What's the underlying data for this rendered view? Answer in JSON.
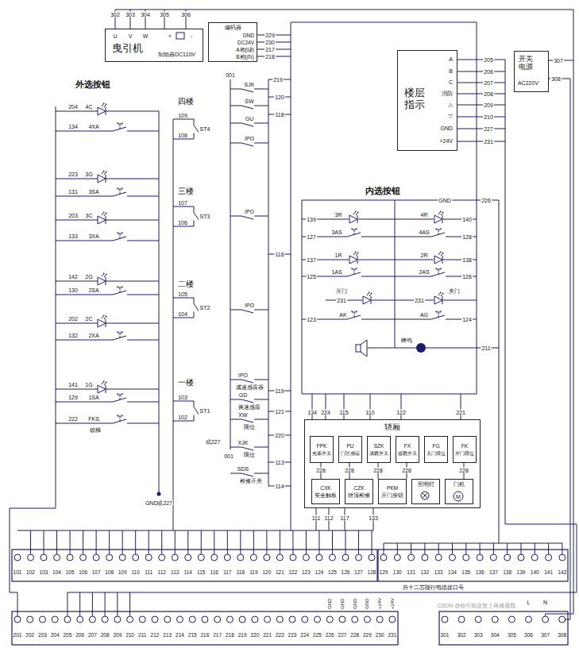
{
  "diagram": {
    "nodes": [
      {
        "text": [
          "曳引机",
          "制动器DC110V"
        ]
      },
      {
        "text": [
          "编码器",
          "GND",
          "DC24V",
          "A相(绿)",
          "B相(白)"
        ]
      },
      {
        "text": [
          "楼层 指示",
          "A",
          "B",
          "C",
          "消防",
          "△",
          "▽",
          "GND",
          "+24V"
        ]
      },
      {
        "text": [
          "开关 电源",
          "AC220V"
        ]
      },
      {
        "text": [
          "轿厢"
        ]
      },
      {
        "text": [
          "FPK",
          "光幕开关"
        ],
        "in": 4
      },
      {
        "text": [
          "PU",
          "门区感应"
        ],
        "in": 4
      },
      {
        "text": [
          "SZK",
          "满载开关"
        ],
        "in": 4
      },
      {
        "text": [
          "FX",
          "超载开关"
        ],
        "in": 4
      },
      {
        "text": [
          "FG",
          "关门限位"
        ],
        "in": 4
      },
      {
        "text": [
          "FK",
          "开门限位"
        ],
        "in": 4
      },
      {
        "text": [
          "CXK",
          "安全触板"
        ],
        "in": 4
      },
      {
        "text": [
          "CZK",
          "轿顶检修"
        ],
        "in": 4
      },
      {
        "text": [
          "PKM",
          "开门按钮"
        ],
        "in": 4
      },
      {
        "text": [
          "照明灯"
        ],
        "in": 4
      },
      {
        "text": [
          "门机"
        ],
        "in": 4
      }
    ],
    "labels": [
      "302",
      "303",
      "304",
      "305",
      "306",
      "U",
      "V",
      "W",
      "+",
      "-",
      "229",
      "230",
      "217",
      "218",
      "205",
      "206",
      "207",
      "208",
      "209",
      "210",
      "227",
      "231",
      "307",
      "308",
      "001",
      "219",
      "SJK",
      "SW",
      "120",
      "GU",
      "118",
      "IPO",
      "IPO",
      "116",
      "IPO",
      "IPO",
      "减速感应器",
      "GD",
      "换速感应",
      "119",
      "XW",
      "限位",
      "121",
      "或227",
      "220",
      "XJK",
      "限位",
      "001",
      "113",
      "SDS",
      "检修开关",
      "114",
      "外选按钮",
      "四楼",
      "109",
      "ST4",
      "108",
      "204",
      "4C",
      "134",
      "4XA",
      "三楼",
      "107",
      "ST3",
      "106",
      "223",
      "3G",
      "131",
      "3SA",
      "203",
      "3C",
      "133",
      "3XA",
      "二楼",
      "105",
      "ST2",
      "104",
      "142",
      "2G",
      "130",
      "2SA",
      "202",
      "2C",
      "132",
      "2XA",
      "一楼",
      "103",
      "ST1",
      "102",
      "141",
      "1G",
      "129",
      "1SA",
      "222",
      "FKS",
      "锁梯",
      "GND或227",
      "内选按钮",
      "GND",
      "226",
      "139",
      "3R",
      "4R",
      "140",
      "127",
      "3AS",
      "4AS",
      "128",
      "137",
      "1R",
      "2R",
      "138",
      "125",
      "1AS",
      "2AS",
      "126",
      "开门",
      "231",
      "231",
      "关门",
      "123",
      "AK",
      "AG",
      "124",
      "蜂鸣",
      "211",
      "134",
      "224",
      "115",
      "110",
      "122",
      "221",
      "228",
      "228",
      "228",
      "228",
      "228",
      "M",
      "111",
      "112",
      "117",
      "133",
      "101",
      "102",
      "103",
      "104",
      "105",
      "106",
      "107",
      "108",
      "109",
      "110",
      "111",
      "112",
      "113",
      "114",
      "115",
      "116",
      "117",
      "118",
      "119",
      "120",
      "121",
      "122",
      "123",
      "124",
      "125",
      "126",
      "127",
      "128",
      "129",
      "130",
      "131",
      "132",
      "133",
      "134",
      "135",
      "136",
      "137",
      "138",
      "139",
      "140",
      "141",
      "142",
      "自十二芯随行电缆接口号",
      "201",
      "202",
      "203",
      "204",
      "205",
      "206",
      "207",
      "208",
      "209",
      "210",
      "211",
      "212",
      "213",
      "214",
      "215",
      "216",
      "217",
      "218",
      "219",
      "220",
      "221",
      "222",
      "223",
      "224",
      "225",
      "226",
      "227",
      "228",
      "229",
      "230",
      "231",
      "GND",
      "GND",
      "GND",
      "GND",
      "+24V",
      "+24V",
      "301",
      "302",
      "303",
      "304",
      "305",
      "306",
      "307",
      "308",
      "L",
      "N",
      "CSDN @你可知这世上再难遇我"
    ]
  }
}
